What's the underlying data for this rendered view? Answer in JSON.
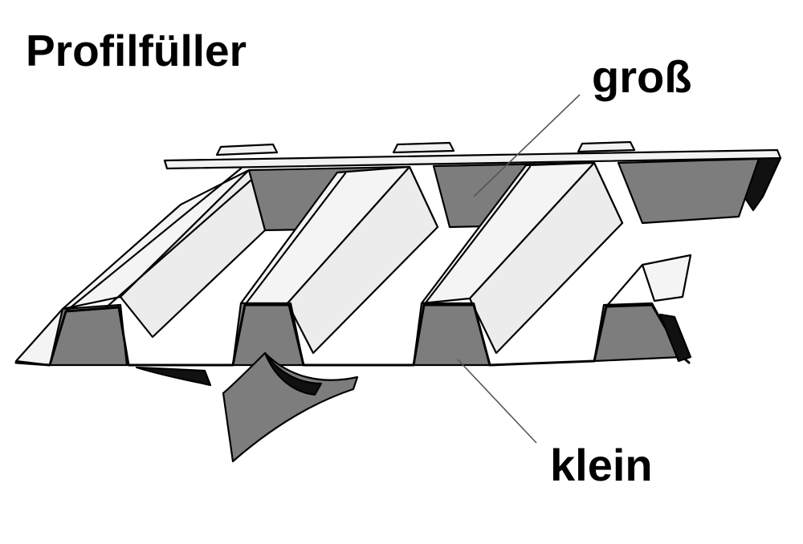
{
  "title": "Profilfüller",
  "labels": {
    "large": "groß",
    "small": "klein"
  },
  "colors": {
    "background": "#ffffff",
    "sheet_light": "#f2f2f2",
    "filler_gray": "#7d7d7d",
    "shadow": "#111111",
    "outline": "#000000"
  }
}
